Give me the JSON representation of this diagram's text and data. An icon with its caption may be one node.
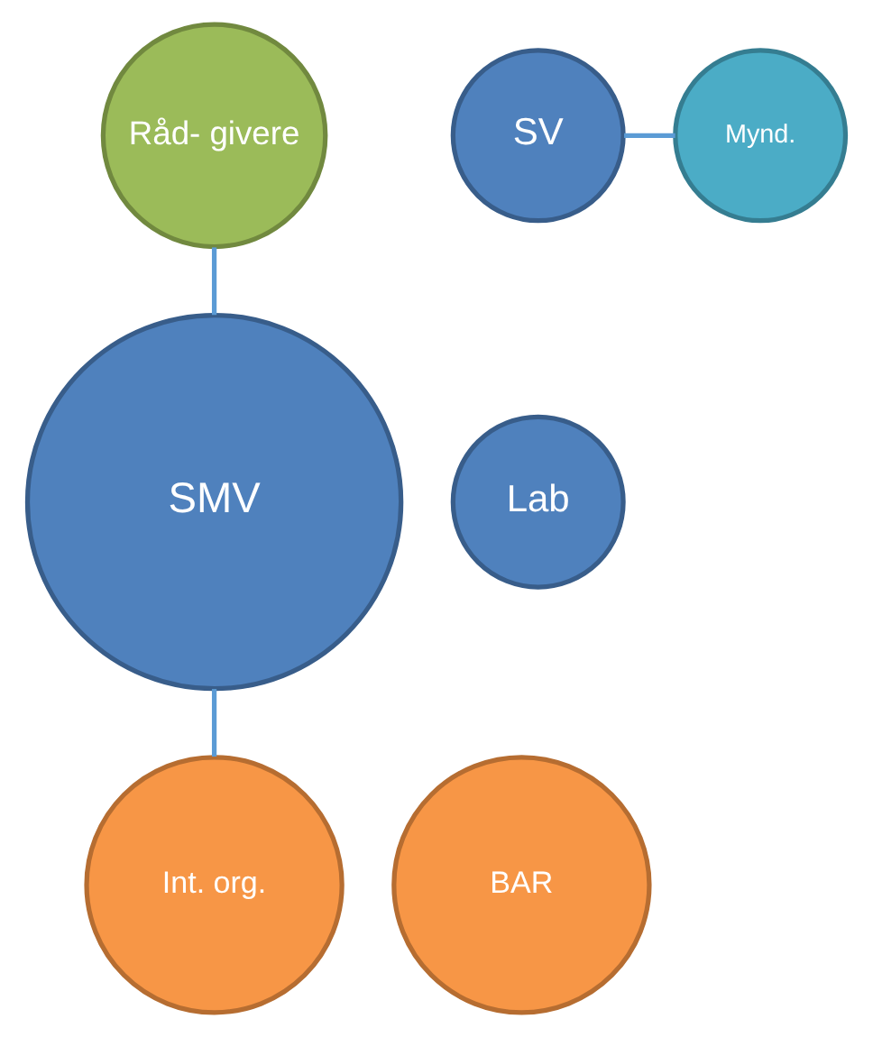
{
  "diagram": {
    "nodes": [
      {
        "text": [
          "Råd- givere"
        ]
      },
      {
        "text": [
          "SMV"
        ]
      },
      {
        "text": [
          "SV"
        ]
      },
      {
        "text": [
          "Lab"
        ]
      },
      {
        "text": [
          "Mynd."
        ]
      },
      {
        "text": [
          "Int. org."
        ]
      },
      {
        "text": [
          "BAR"
        ]
      }
    ],
    "edges": [
      {
        "from": 0,
        "to": 1,
        "arrow": "none"
      },
      {
        "from": 2,
        "to": 4,
        "arrow": "none"
      },
      {
        "from": 1,
        "to": 5,
        "arrow": "none"
      }
    ]
  }
}
